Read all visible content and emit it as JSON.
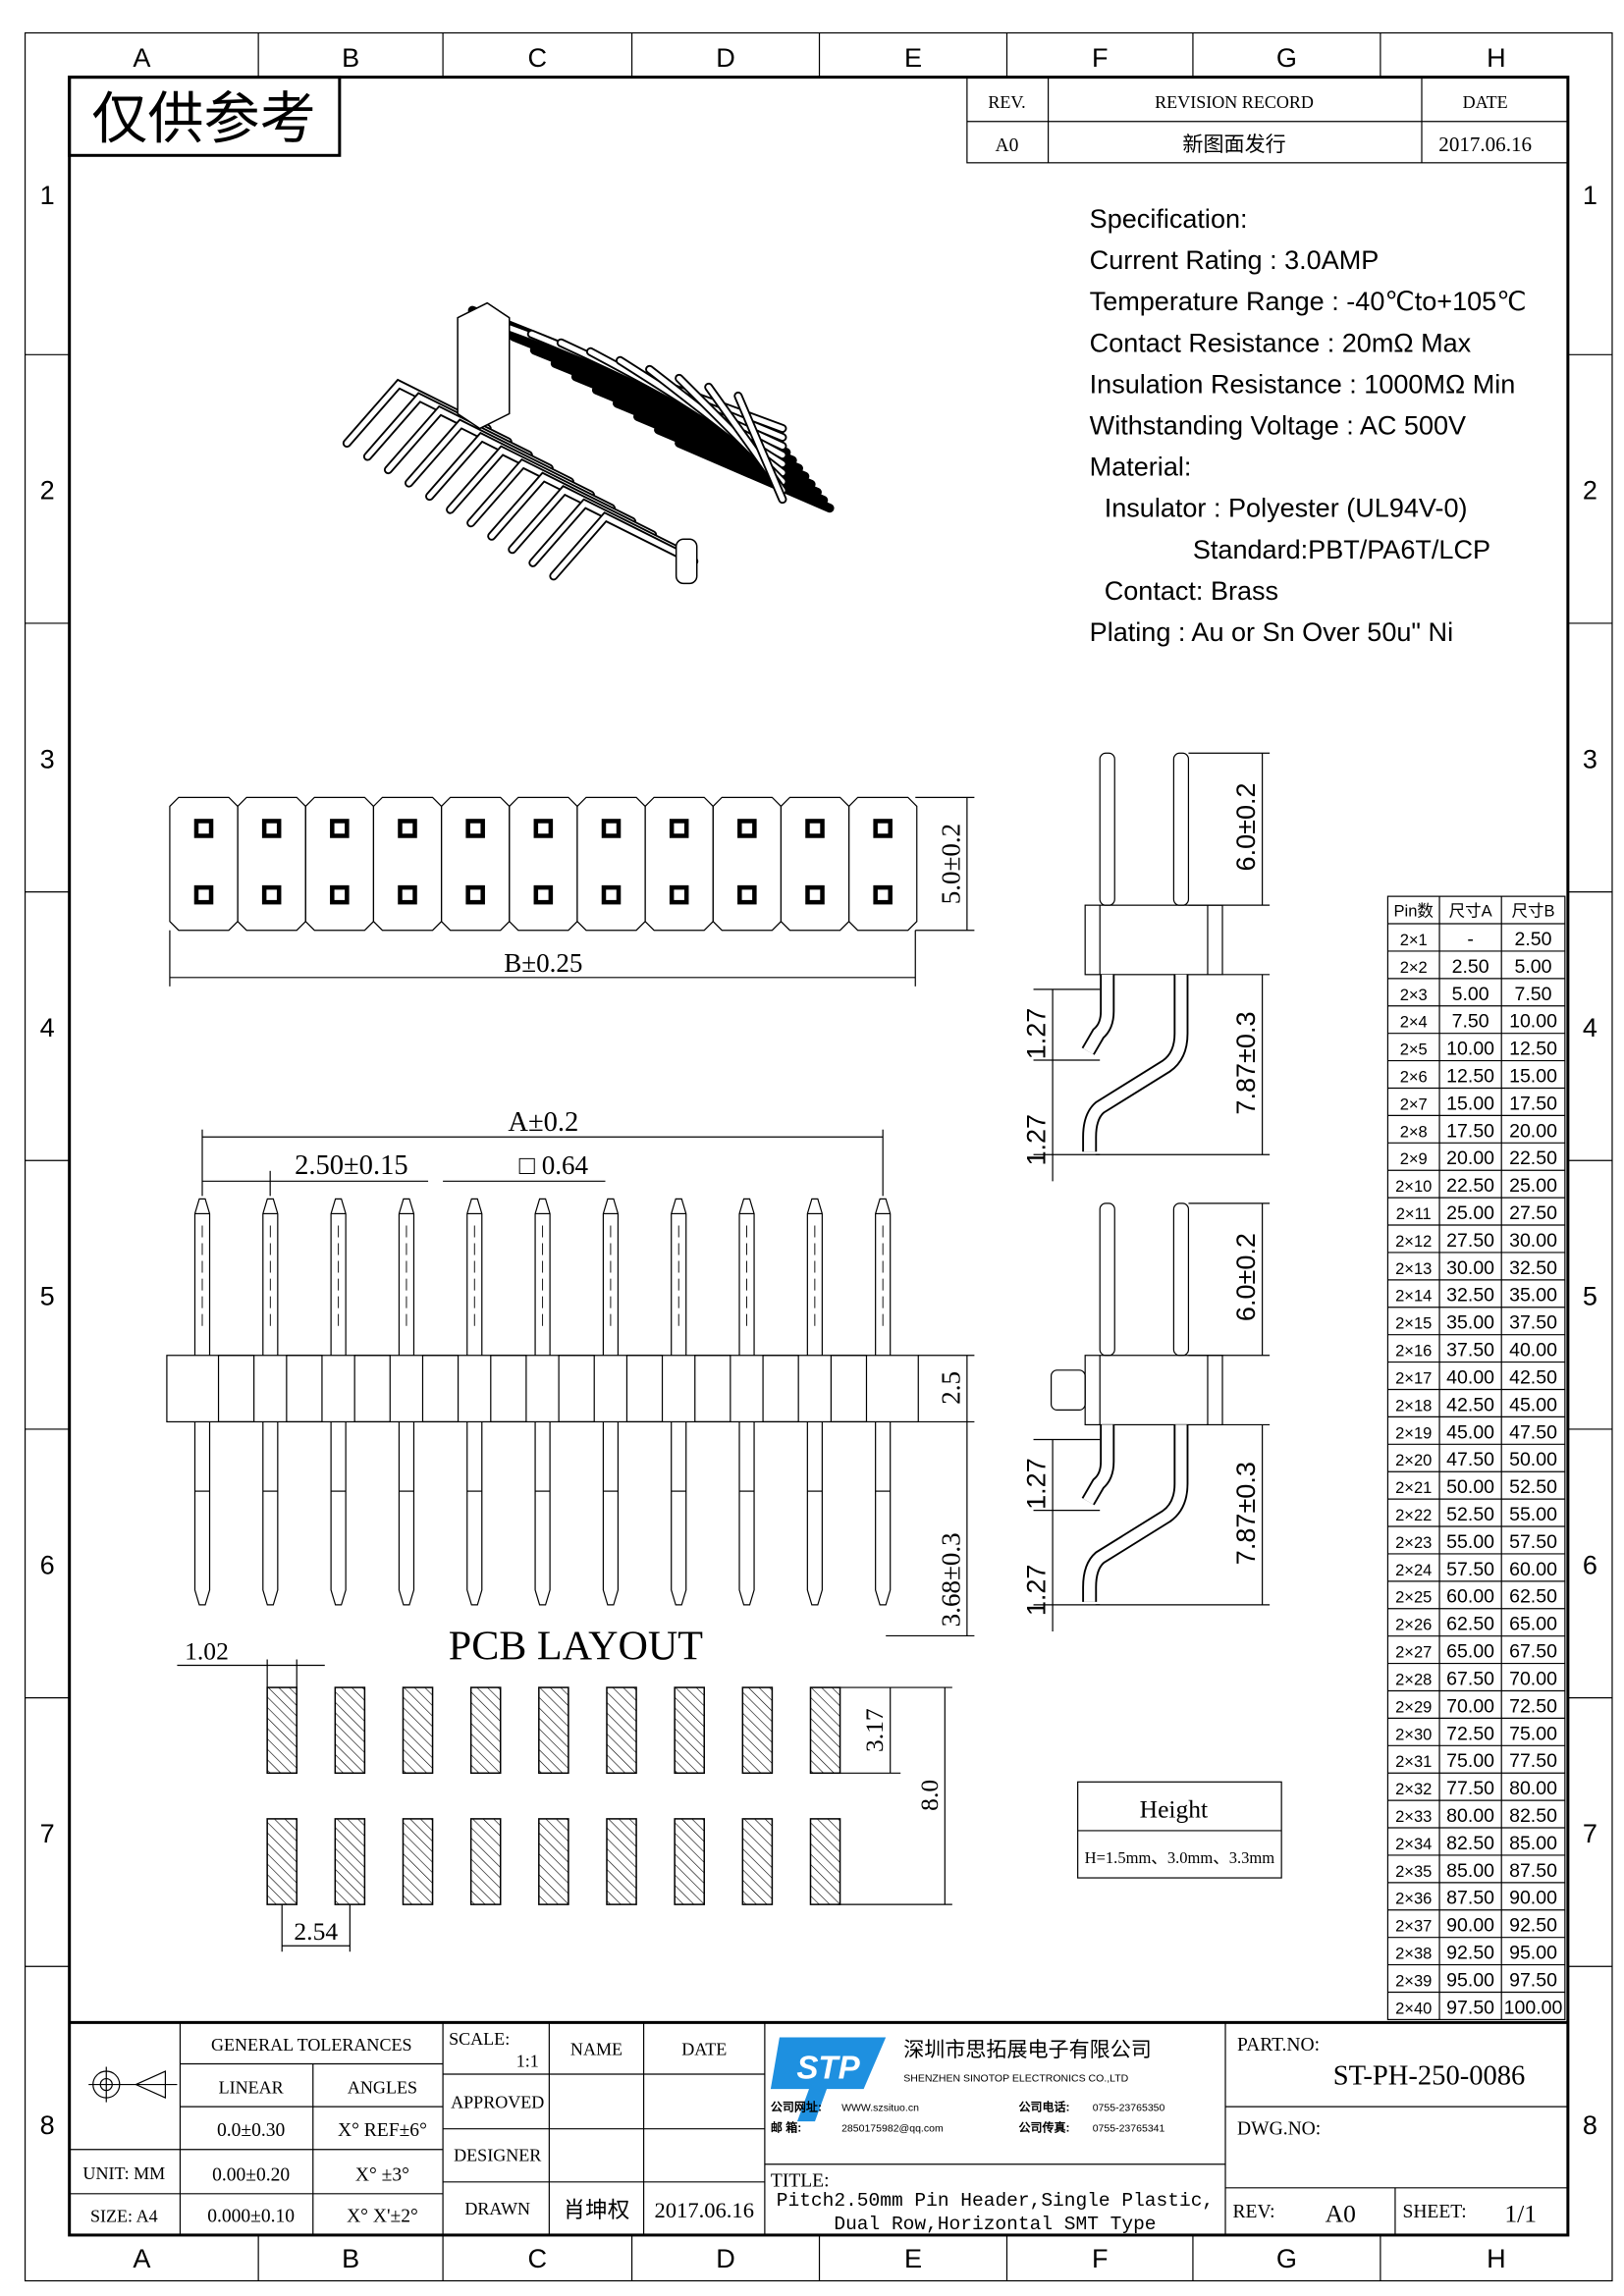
{
  "grid": {
    "columns": [
      "A",
      "B",
      "C",
      "D",
      "E",
      "F",
      "G",
      "H"
    ],
    "rows": [
      "1",
      "2",
      "3",
      "4",
      "5",
      "6",
      "7",
      "8"
    ]
  },
  "stamp": "仅供参考",
  "revision": {
    "headers": {
      "rev": "REV.",
      "record": "REVISION RECORD",
      "date": "DATE"
    },
    "row": {
      "rev": "A0",
      "record": "新图面发行",
      "date": "2017.06.16"
    }
  },
  "specification": [
    "Specification:",
    "Current Rating : 3.0AMP",
    "Temperature Range : -40℃to+105℃",
    "Contact Resistance : 20mΩ Max",
    "Insulation Resistance : 1000MΩ Min",
    "Withstanding Voltage : AC 500V",
    "Material:",
    "  Insulator : Polyester (UL94V-0)",
    "              Standard:PBT/PA6T/LCP",
    "  Contact: Brass",
    "Plating : Au or Sn Over 50u\" Ni"
  ],
  "dimensions": {
    "top_height": "5.0±0.2",
    "top_width": "B±0.25",
    "pin_span": "A±0.2",
    "pitch": "2.50±0.15",
    "pin_square": "□ 0.64",
    "housing_height": "2.5",
    "tail_length": "3.68±0.3",
    "side_upper_pin": "6.0±0.2",
    "side_lower_leg": "7.87±0.3",
    "side_offset_1": "1.27",
    "side_offset_2": "1.27",
    "side2_upper_pin": "6.0±0.2",
    "side2_lower_leg": "7.87±0.3",
    "side2_offset_1": "1.27",
    "side2_offset_2": "1.27",
    "pcb_pad_width": "1.02",
    "pcb_pitch": "2.54",
    "pcb_pad_length": "3.17",
    "pcb_total": "8.0"
  },
  "pcb_layout_title": "PCB LAYOUT",
  "height_box": {
    "title": "Height",
    "values": "H=1.5mm、3.0mm、3.3mm"
  },
  "pin_table": {
    "headers": [
      "Pin数",
      "尺寸A",
      "尺寸B"
    ],
    "rows": [
      [
        "2×1",
        "-",
        "2.50"
      ],
      [
        "2×2",
        "2.50",
        "5.00"
      ],
      [
        "2×3",
        "5.00",
        "7.50"
      ],
      [
        "2×4",
        "7.50",
        "10.00"
      ],
      [
        "2×5",
        "10.00",
        "12.50"
      ],
      [
        "2×6",
        "12.50",
        "15.00"
      ],
      [
        "2×7",
        "15.00",
        "17.50"
      ],
      [
        "2×8",
        "17.50",
        "20.00"
      ],
      [
        "2×9",
        "20.00",
        "22.50"
      ],
      [
        "2×10",
        "22.50",
        "25.00"
      ],
      [
        "2×11",
        "25.00",
        "27.50"
      ],
      [
        "2×12",
        "27.50",
        "30.00"
      ],
      [
        "2×13",
        "30.00",
        "32.50"
      ],
      [
        "2×14",
        "32.50",
        "35.00"
      ],
      [
        "2×15",
        "35.00",
        "37.50"
      ],
      [
        "2×16",
        "37.50",
        "40.00"
      ],
      [
        "2×17",
        "40.00",
        "42.50"
      ],
      [
        "2×18",
        "42.50",
        "45.00"
      ],
      [
        "2×19",
        "45.00",
        "47.50"
      ],
      [
        "2×20",
        "47.50",
        "50.00"
      ],
      [
        "2×21",
        "50.00",
        "52.50"
      ],
      [
        "2×22",
        "52.50",
        "55.00"
      ],
      [
        "2×23",
        "55.00",
        "57.50"
      ],
      [
        "2×24",
        "57.50",
        "60.00"
      ],
      [
        "2×25",
        "60.00",
        "62.50"
      ],
      [
        "2×26",
        "62.50",
        "65.00"
      ],
      [
        "2×27",
        "65.00",
        "67.50"
      ],
      [
        "2×28",
        "67.50",
        "70.00"
      ],
      [
        "2×29",
        "70.00",
        "72.50"
      ],
      [
        "2×30",
        "72.50",
        "75.00"
      ],
      [
        "2×31",
        "75.00",
        "77.50"
      ],
      [
        "2×32",
        "77.50",
        "80.00"
      ],
      [
        "2×33",
        "80.00",
        "82.50"
      ],
      [
        "2×34",
        "82.50",
        "85.00"
      ],
      [
        "2×35",
        "85.00",
        "87.50"
      ],
      [
        "2×36",
        "87.50",
        "90.00"
      ],
      [
        "2×37",
        "90.00",
        "92.50"
      ],
      [
        "2×38",
        "92.50",
        "95.00"
      ],
      [
        "2×39",
        "95.00",
        "97.50"
      ],
      [
        "2×40",
        "97.50",
        "100.00"
      ]
    ]
  },
  "title_block": {
    "general_tolerances": "GENERAL TOLERANCES",
    "linear": "LINEAR",
    "angles": "ANGLES",
    "tol_rows": [
      [
        "0.0±0.30",
        "X° REF±6°"
      ],
      [
        "0.00±0.20",
        "X° ±3°"
      ],
      [
        "0.000±0.10",
        "X° X'±2°"
      ]
    ],
    "unit": "UNIT: MM",
    "size": "SIZE: A4",
    "scale_label": "SCALE:",
    "scale_value": "1:1",
    "name": "NAME",
    "date": "DATE",
    "approved": "APPROVED",
    "designer": "DESIGNER",
    "drawn": "DRAWN",
    "drawn_name": "肖坤权",
    "drawn_date": "2017.06.16",
    "company_logo": "STP",
    "company_cn": "深圳市思拓展电子有限公司",
    "company_en": "SHENZHEN SINOTOP ELECTRONICS CO.,LTD",
    "website_label": "公司网址:",
    "website": "WWW.szsituo.cn",
    "email_label": "邮    箱:",
    "email": "2850175982@qq.com",
    "phone_label": "公司电话:",
    "phone": "0755-23765350",
    "fax_label": "公司传真:",
    "fax": "0755-23765341",
    "title_label": "TITLE:",
    "title_line1": "Pitch2.50mm Pin Header,Single Plastic,",
    "title_line2": "Dual Row,Horizontal SMT Type",
    "part_no_label": "PART.NO:",
    "part_no": "ST-PH-250-0086",
    "dwg_no_label": "DWG.NO:",
    "rev_label": "REV:",
    "rev": "A0",
    "sheet_label": "SHEET:",
    "sheet": "1/1"
  },
  "colors": {
    "logo": "#1e90e0",
    "line": "#000000"
  }
}
